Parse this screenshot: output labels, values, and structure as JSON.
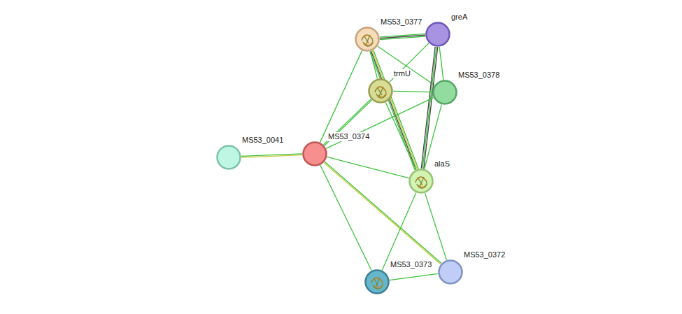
{
  "diagram": {
    "nodes": [
      {
        "text": [
          "MS53_0377"
        ]
      },
      {
        "text": [
          "greA"
        ]
      },
      {
        "text": [
          "trmU"
        ]
      },
      {
        "text": [
          "MS53_0378"
        ]
      },
      {
        "text": [
          "MS53_0041"
        ]
      },
      {
        "text": [
          "MS53_0374"
        ]
      },
      {
        "text": [
          "alaS"
        ]
      },
      {
        "text": [
          "MS53_0373"
        ]
      },
      {
        "text": [
          "MS53_0372"
        ]
      }
    ],
    "edges": [
      {
        "from": 0,
        "to": 1,
        "arrow": "none"
      },
      {
        "from": 0,
        "to": 2,
        "arrow": "none"
      },
      {
        "from": 0,
        "to": 6,
        "arrow": "none"
      },
      {
        "from": 0,
        "to": 5,
        "arrow": "none"
      },
      {
        "from": 0,
        "to": 3,
        "arrow": "none"
      },
      {
        "from": 1,
        "to": 2,
        "arrow": "none"
      },
      {
        "from": 1,
        "to": 3,
        "arrow": "none"
      },
      {
        "from": 1,
        "to": 6,
        "arrow": "none"
      },
      {
        "from": 2,
        "to": 3,
        "arrow": "none"
      },
      {
        "from": 2,
        "to": 5,
        "arrow": "none"
      },
      {
        "from": 2,
        "to": 6,
        "arrow": "none"
      },
      {
        "from": 3,
        "to": 5,
        "arrow": "none"
      },
      {
        "from": 3,
        "to": 6,
        "arrow": "none"
      },
      {
        "from": 4,
        "to": 5,
        "arrow": "none"
      },
      {
        "from": 5,
        "to": 6,
        "arrow": "none"
      },
      {
        "from": 5,
        "to": 7,
        "arrow": "none"
      },
      {
        "from": 5,
        "to": 8,
        "arrow": "none"
      },
      {
        "from": 6,
        "to": 7,
        "arrow": "none"
      },
      {
        "from": 6,
        "to": 8,
        "arrow": "none"
      },
      {
        "from": 7,
        "to": 8,
        "arrow": "none"
      }
    ]
  }
}
